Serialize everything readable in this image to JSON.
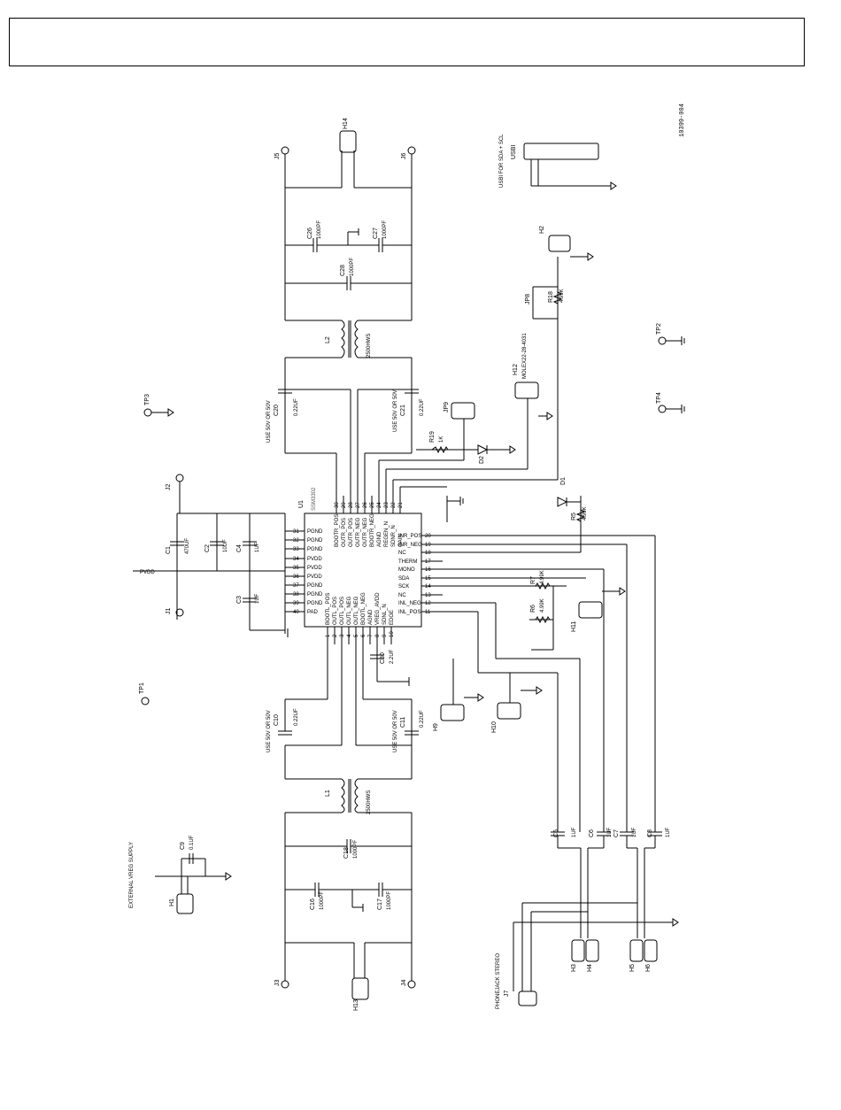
{
  "figure_id": "10399-004",
  "chip": {
    "ref": "U1",
    "part": "SSM3302",
    "left_pins": [
      "PGND",
      "PGND",
      "PGND",
      "PVDD",
      "PVDD",
      "PVDD",
      "PGND",
      "PGND",
      "PGND",
      "PAD"
    ],
    "left_pin_nums": [
      "31",
      "32",
      "33",
      "34",
      "35",
      "36",
      "37",
      "38",
      "39",
      "40"
    ],
    "top_pins": [
      "BOOTR_POS",
      "OUTR_POS",
      "OUTR_POS",
      "OUTR_NEG",
      "OUTR_NEG",
      "BOOTR_NEG",
      "AGND",
      "REGEN_N",
      "SDNR_N",
      "GAIN"
    ],
    "top_pin_nums": [
      "30",
      "29",
      "28",
      "27",
      "26",
      "25",
      "24",
      "23",
      "22",
      "21"
    ],
    "bottom_pins": [
      "BOOTL_POS",
      "OUTL_POS",
      "OUTL_POS",
      "OUTL_NEG",
      "OUTL_NEG",
      "BOOTL_NEG",
      "AGND",
      "VREG_AVDD",
      "SDNL_N",
      "EDGE"
    ],
    "bottom_pin_nums": [
      "1",
      "2",
      "3",
      "4",
      "5",
      "6",
      "7",
      "8",
      "9",
      "10"
    ],
    "right_pins": [
      "INR_POS",
      "INR_NEG",
      "NC",
      "THERM",
      "MONO",
      "SDA",
      "SCK",
      "NC",
      "INL_NEG",
      "INL_POS"
    ],
    "right_pin_nums": [
      "20",
      "19",
      "18",
      "17",
      "16",
      "15",
      "14",
      "13",
      "12",
      "11"
    ]
  },
  "labels": {
    "ext_supply": "EXTERNAL VREG SUPPLY",
    "usb_note": "USBI FOR SDA + SCL",
    "molex": "MOLEX22-28-4031",
    "headphone": "PHONEJACK STEREO",
    "pvdd": "PVDD",
    "l_part": "2500HWS"
  },
  "refdes": [
    "C1",
    "C2",
    "C3",
    "C4",
    "C5",
    "C6",
    "C7",
    "C8",
    "C9",
    "C10",
    "C11",
    "C16",
    "C17",
    "C18",
    "C20",
    "C21",
    "C26",
    "C27",
    "C28",
    "C30",
    "J1",
    "J2",
    "J3",
    "J4",
    "J5",
    "J6",
    "J7",
    "JP8",
    "JP9",
    "L1",
    "L2",
    "D1",
    "D2",
    "R5",
    "R6",
    "R7",
    "R18",
    "R19",
    "H1",
    "H2",
    "H3",
    "H4",
    "H5",
    "H6",
    "H9",
    "H10",
    "H11",
    "H12",
    "H13",
    "H14",
    "TP1",
    "TP2",
    "TP3",
    "TP4",
    "USBI"
  ],
  "values": {
    "c1": "470UF",
    "c2": "10UF",
    "c3": "1UF",
    "c4": "1UF",
    "c5": "1UF",
    "c6": "1UF",
    "c7": "1UF",
    "c8": "1UF",
    "c9": "0.1UF",
    "c10": "0.22UF",
    "c11": "0.22UF",
    "c16": "1000PF",
    "c17": "1000PF",
    "c18": "1000PF",
    "c20": "0.22UF",
    "c21": "0.22UF",
    "c26": "1000PF",
    "c27": "1000PF",
    "c28": "1000PF",
    "c30": "2.2UF",
    "r5": "4.99K",
    "r6": "4.99K",
    "r7": "4.99K",
    "r18": "4.99K",
    "r19": "1K",
    "use_50v": "USE 50V OR 50V"
  }
}
